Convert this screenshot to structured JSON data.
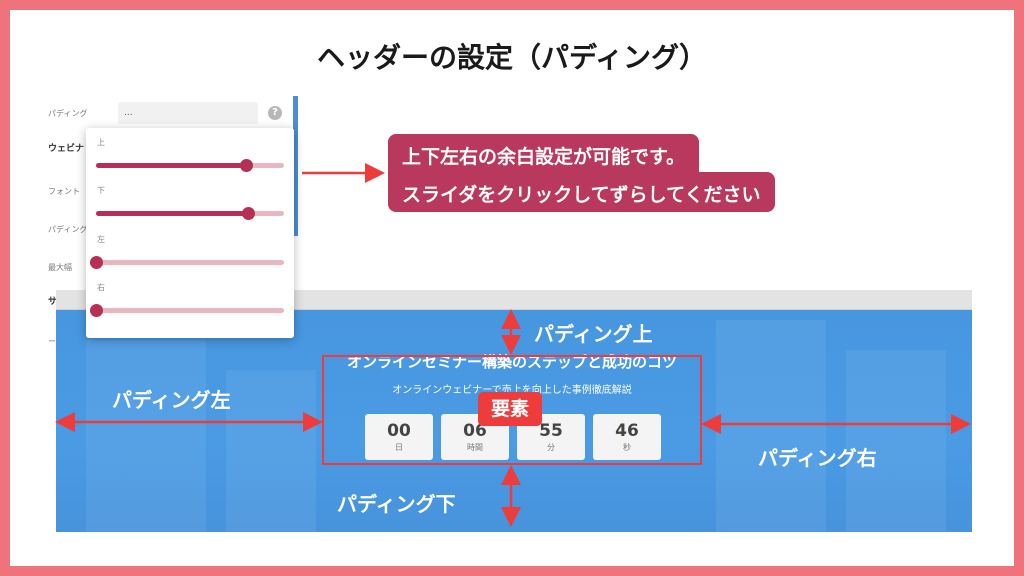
{
  "slide": {
    "title": "ヘッダーの設定（パディング）",
    "frame_color": "#ef737c"
  },
  "settings_panel": {
    "rows": {
      "padding_label": "パディング",
      "padding_value": "...",
      "webinar_label": "ウェビナ",
      "font_label": "フォント",
      "padding2_label": "パディング",
      "max_width_label": "最大幅",
      "subtitle_label": "サブタイ",
      "cut_label": "ーフォント"
    },
    "help_icon": "question-circle-icon",
    "popup": {
      "sliders": [
        {
          "label": "上",
          "value_percent": 80
        },
        {
          "label": "下",
          "value_percent": 81
        },
        {
          "label": "左",
          "value_percent": 0
        },
        {
          "label": "右",
          "value_percent": 0
        }
      ],
      "accent_color": "#b53054"
    }
  },
  "callout": {
    "line1": "上下左右の余白設定が可能です。",
    "line2": "スライダをクリックしてずらしてください",
    "background": "#b8395d"
  },
  "preview": {
    "hero_title": "オンラインセミナー構築のステップと成功のコツ",
    "hero_subtitle": "オンラインウェビナーで売上を向上した事例徹底解説",
    "countdown": [
      {
        "value": "00",
        "unit": "日"
      },
      {
        "value": "06",
        "unit": "時間"
      },
      {
        "value": "55",
        "unit": "分"
      },
      {
        "value": "46",
        "unit": "秒"
      }
    ],
    "hero_color": "#4a9ae4"
  },
  "annotations": {
    "element_badge": "要素",
    "padding_top": "パディング上",
    "padding_bottom": "パディング下",
    "padding_left": "パディング左",
    "padding_right": "パディング右",
    "annotation_color": "#ee3b3b"
  }
}
